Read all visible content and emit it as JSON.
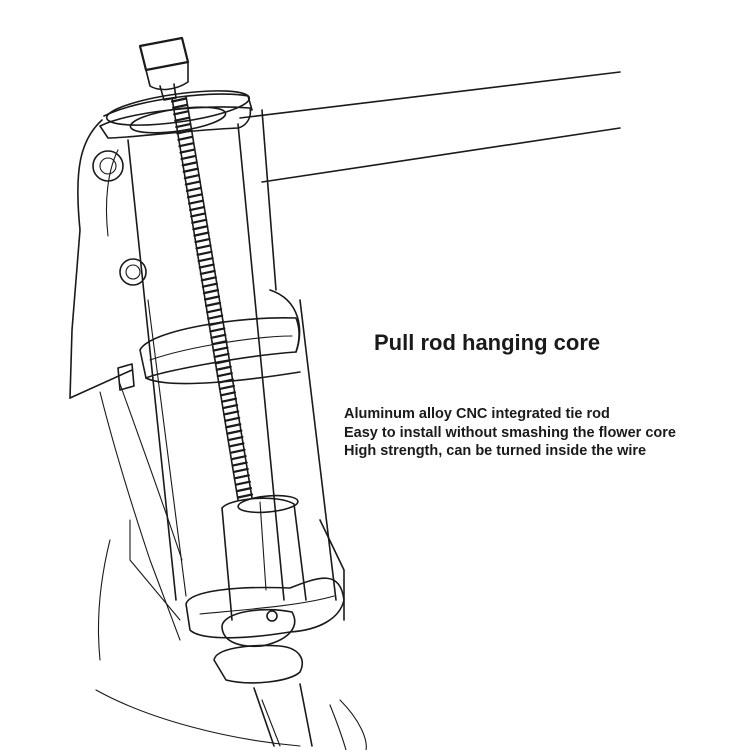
{
  "title": "Pull rod hanging core",
  "features": [
    "Aluminum alloy CNC integrated tie rod",
    "Easy to install without smashing the flower core",
    "High strength, can be turned inside the wire"
  ]
}
